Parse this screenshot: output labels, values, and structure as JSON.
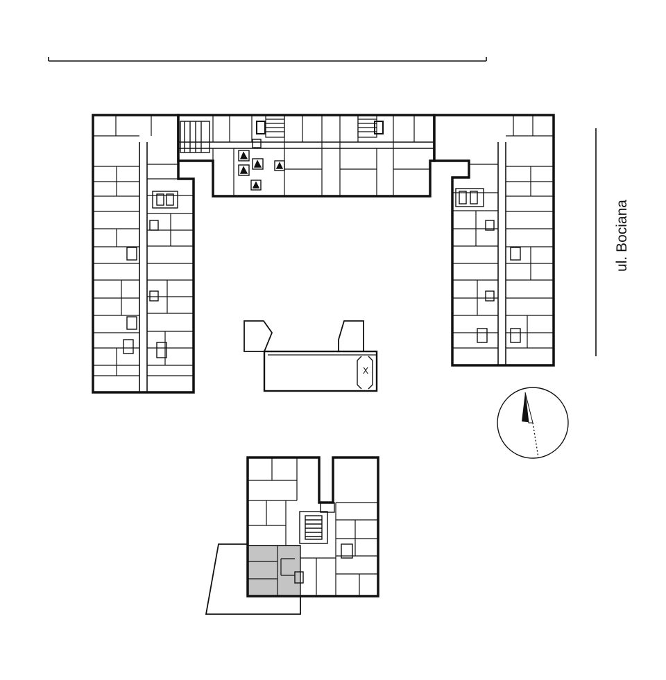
{
  "street": {
    "name": "ul. Bociana"
  },
  "markers": {
    "stair_mark": "X"
  },
  "compass": {
    "pointer_color": "#111111",
    "rotation_deg": 12
  },
  "colors": {
    "highlight_unit": "#c4c4c4",
    "wall": "#111111",
    "background": "#ffffff"
  },
  "plan": {
    "buildings": [
      "west-wing",
      "north-wing",
      "east-wing",
      "courtyard-pavilion",
      "south-block"
    ],
    "highlighted_unit": "south-block-unit"
  }
}
